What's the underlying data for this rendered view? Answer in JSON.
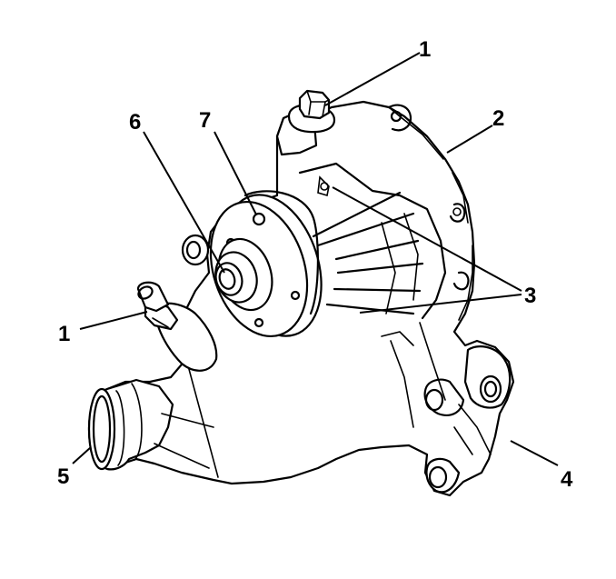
{
  "callouts": [
    {
      "id": "c1a",
      "text": "1"
    },
    {
      "id": "c2",
      "text": "2"
    },
    {
      "id": "c3",
      "text": "3"
    },
    {
      "id": "c1b",
      "text": "1"
    },
    {
      "id": "c4",
      "text": "4"
    },
    {
      "id": "c5",
      "text": "5"
    },
    {
      "id": "c6",
      "text": "6"
    },
    {
      "id": "c7",
      "text": "7"
    }
  ]
}
